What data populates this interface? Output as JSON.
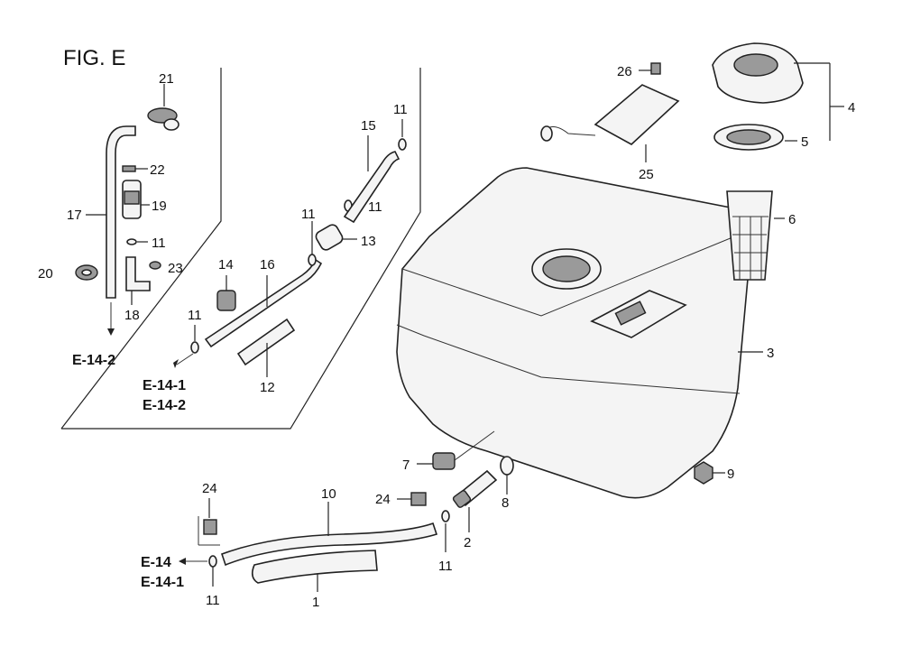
{
  "figure": {
    "title": "FIG. E"
  },
  "refs": {
    "e14_2_left": "E-14-2",
    "e14_1_mid": "E-14-1",
    "e14_2_mid": "E-14-2",
    "e14_bottom": "E-14",
    "e14_1_bottom": "E-14-1"
  },
  "callouts": {
    "p1": "1",
    "p2": "2",
    "p3": "3",
    "p4": "4",
    "p5": "5",
    "p6": "6",
    "p7": "7",
    "p8": "8",
    "p9": "9",
    "p10": "10",
    "p11_a": "11",
    "p11_b": "11",
    "p11_c": "11",
    "p11_d": "11",
    "p11_e": "11",
    "p11_f": "11",
    "p11_g": "11",
    "p12": "12",
    "p13": "13",
    "p14": "14",
    "p15": "15",
    "p16": "16",
    "p17": "17",
    "p18": "18",
    "p19": "19",
    "p20": "20",
    "p21": "21",
    "p22": "22",
    "p23": "23",
    "p24_a": "24",
    "p24_b": "24",
    "p25": "25",
    "p26": "26"
  }
}
